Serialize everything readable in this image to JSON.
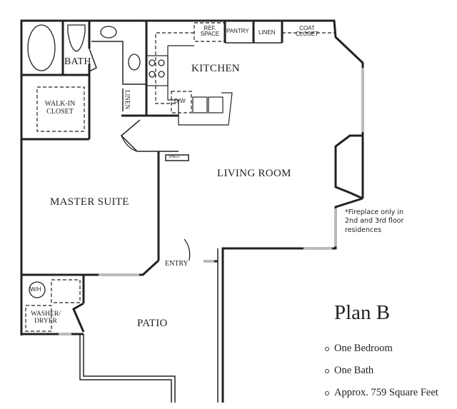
{
  "rooms": {
    "bath": "BATH",
    "walk_in_closet": [
      "WALK-IN",
      "CLOSET"
    ],
    "linen_hall": "LINEN",
    "kitchen": "KITCHEN",
    "ref_space": [
      "REF.",
      "SPACE"
    ],
    "pantry": "PANTRY",
    "linen_top": "LINEN",
    "coat_closet": [
      "COAT",
      "CLOSET"
    ],
    "dishwasher": "D/W",
    "shelf": "SHELF",
    "living_room": "LIVING ROOM",
    "master_suite": "MASTER SUITE",
    "entry": "ENTRY",
    "water_heater": "W/H",
    "washer_dryer": [
      "WASHER/",
      "DRYER"
    ],
    "patio": "PATIO"
  },
  "note": [
    "*Fireplace only in",
    "2nd and 3rd floor",
    "residences"
  ],
  "plan": {
    "title": "Plan B",
    "features": [
      "One Bedroom",
      "One Bath",
      "Approx. 759 Square Feet"
    ]
  },
  "colors": {
    "wall": "#222222",
    "window": "#bbbbbb",
    "background": "#ffffff"
  }
}
